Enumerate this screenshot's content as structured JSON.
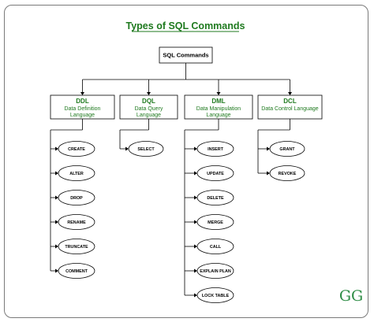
{
  "title": "Types of SQL Commands",
  "root": "SQL Commands",
  "categories": [
    {
      "abbr": "DDL",
      "full_line1": "Data Definition",
      "full_line2": "Language",
      "commands": [
        "CREATE",
        "ALTER",
        "DROP",
        "RENAME",
        "TRUNCATE",
        "COMMENT"
      ]
    },
    {
      "abbr": "DQL",
      "full_line1": "Data Query",
      "full_line2": "Language",
      "commands": [
        "SELECT"
      ]
    },
    {
      "abbr": "DML",
      "full_line1": "Data Manipulation",
      "full_line2": "Language",
      "commands": [
        "INSERT",
        "UPDATE",
        "DELETE",
        "MERGE",
        "CALL",
        "EXPLAIN PLAN",
        "LOCK TABLE"
      ]
    },
    {
      "abbr": "DCL",
      "full_line1": "Data Control Language",
      "full_line2": "",
      "commands": [
        "GRANT",
        "REVOKE"
      ]
    }
  ],
  "logo": "GG",
  "colors": {
    "accent": "#1f7a1f",
    "logo": "#2f8d46",
    "stroke": "#000000"
  }
}
